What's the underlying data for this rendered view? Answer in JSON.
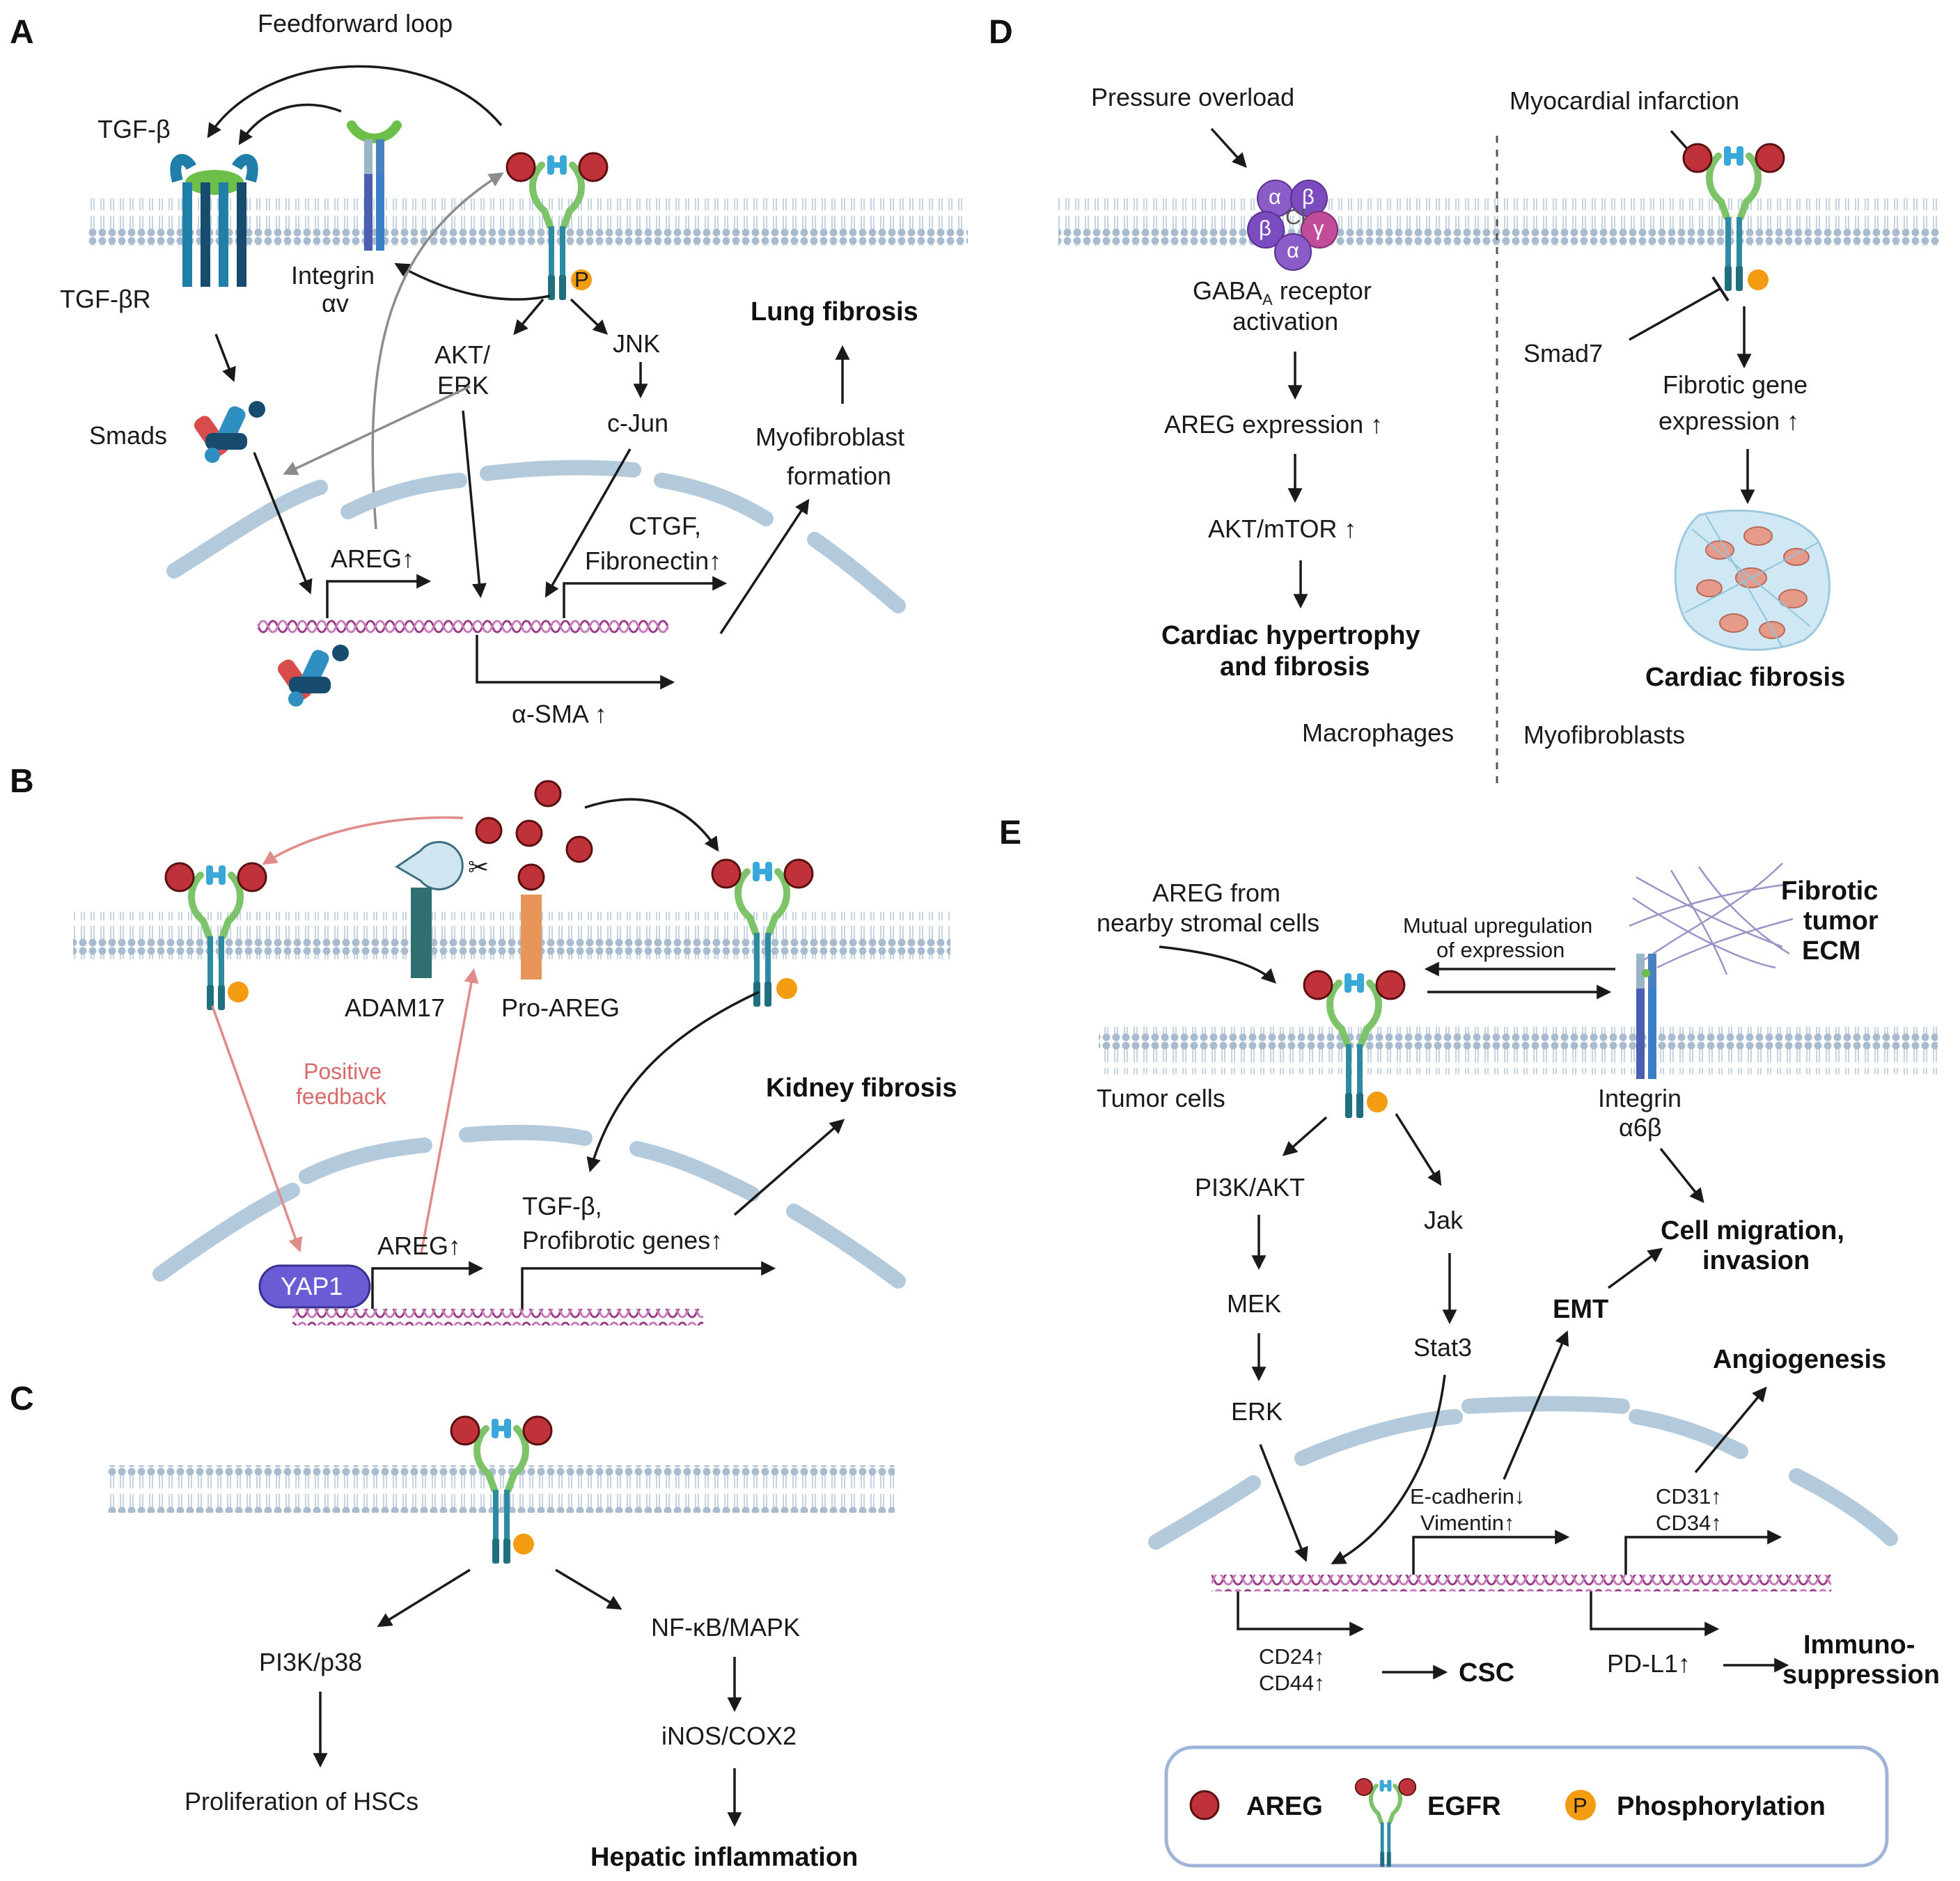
{
  "colors": {
    "areg": "#c0323a",
    "egfr_green": "#7cc36a",
    "egfr_blue": "#3aa7d9",
    "egfr_teal": "#1f6f7f",
    "phospho": "#f39c12",
    "membrane": "#b7c7d8",
    "dna": "#9b3a8a",
    "positive_feedback": "#e08a8a",
    "legend_border": "#9fb4d8"
  },
  "panels": {
    "a": "A",
    "b": "B",
    "c": "C",
    "d": "D",
    "e": "E"
  },
  "panel_a": {
    "feedforward": "Feedforward loop",
    "tgfb": "TGF-β",
    "tgfbr": "TGF-βR",
    "integrin_1": "Integrin",
    "integrin_2": "αv",
    "smads": "Smads",
    "akt_1": "AKT/",
    "akt_2": "ERK",
    "jnk": "JNK",
    "cjun": "c-Jun",
    "areg": "AREG↑",
    "ctgf_1": "CTGF,",
    "ctgf_2": "Fibronectin↑",
    "asma": "α-SMA ↑",
    "myo_1": "Myofibroblast",
    "myo_2": "formation",
    "lung": "Lung fibrosis"
  },
  "panel_b": {
    "adam17": "ADAM17",
    "proareg": "Pro-AREG",
    "pf_1": "Positive",
    "pf_2": "feedback",
    "yap1": "YAP1",
    "areg": "AREG↑",
    "tgf_1": "TGF-β,",
    "tgf_2": "Profibrotic genes↑",
    "kidney": "Kidney fibrosis"
  },
  "panel_c": {
    "pi3k": "PI3K/p38",
    "nfkb": "NF-κB/MAPK",
    "inos": "iNOS/COX2",
    "prolif": "Proliferation of HSCs",
    "hepatic": "Hepatic inflammation"
  },
  "panel_d": {
    "pressure": "Pressure overload",
    "mi": "Myocardial infarction",
    "gaba_1": "GABA",
    "gaba_sub": "A",
    "gaba_1b": " receptor",
    "gaba_2": "activation",
    "areg_expr": "AREG expression ↑",
    "aktmtor": "AKT/mTOR ↑",
    "cardiac_h1": "Cardiac hypertrophy",
    "cardiac_h2": "and fibrosis",
    "macrophages": "Macrophages",
    "smad7": "Smad7",
    "fib_1": "Fibrotic gene",
    "fib_2": "expression ↑",
    "cardiac_fib": "Cardiac fibrosis",
    "myofibroblasts": "Myofibroblasts",
    "gaba_subunits": [
      "α",
      "β",
      "β",
      "γ",
      "α",
      "Cl"
    ]
  },
  "panel_e": {
    "areg_from_1": "AREG from",
    "areg_from_2": "nearby stromal cells",
    "mutual_1": "Mutual upregulation",
    "mutual_2": "of expression",
    "ecm_1": "Fibrotic",
    "ecm_2": "tumor",
    "ecm_3": "ECM",
    "tumor": "Tumor cells",
    "integrin_1": "Integrin",
    "integrin_2": "α6β",
    "pi3k": "PI3K/AKT",
    "jak": "Jak",
    "mek": "MEK",
    "stat3": "Stat3",
    "erk": "ERK",
    "migration_1": "Cell migration,",
    "migration_2": "invasion",
    "emt": "EMT",
    "angio": "Angiogenesis",
    "ecad": "E-cadherin↓",
    "vim": "Vimentin↑",
    "cd31": "CD31↑",
    "cd34": "CD34↑",
    "cd24": "CD24↑",
    "cd44": "CD44↑",
    "csc": "CSC",
    "pdl1": "PD-L1↑",
    "immuno_1": "Immuno-",
    "immuno_2": "suppression"
  },
  "legend": {
    "areg": "AREG",
    "egfr": "EGFR",
    "phospho": "Phosphorylation",
    "p": "P"
  }
}
